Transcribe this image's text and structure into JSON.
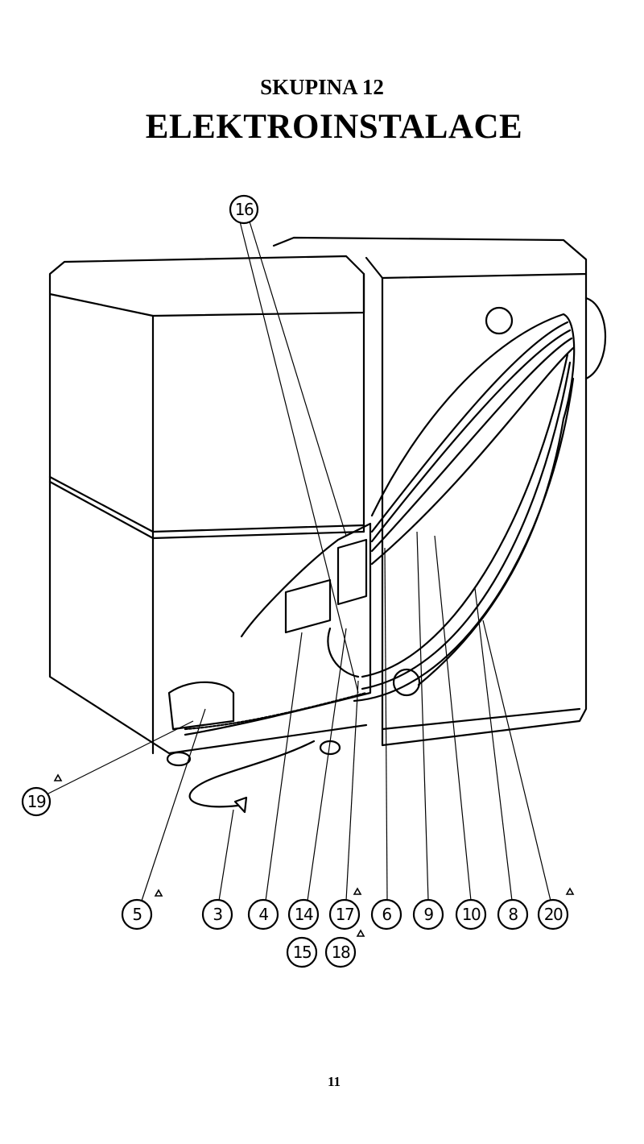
{
  "header": {
    "group": "SKUPINA 12",
    "title": "ELEKTROINSTALACE"
  },
  "figure": {
    "callouts": {
      "c16": "16",
      "c19": "19",
      "c5": "5",
      "c3": "3",
      "c4": "4",
      "c14": "14",
      "c17": "17",
      "c6": "6",
      "c9": "9",
      "c10": "10",
      "c8": "8",
      "c20": "20",
      "c15": "15",
      "c18": "18"
    }
  },
  "footer": {
    "page_number": "11"
  }
}
